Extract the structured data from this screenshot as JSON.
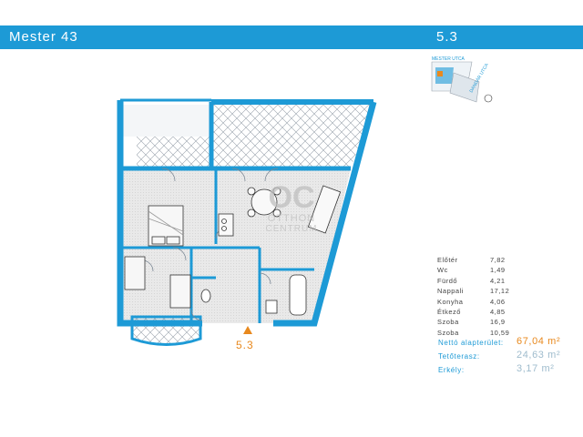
{
  "header": {
    "title": "Mester 43",
    "unit": "5.3"
  },
  "plan": {
    "unit_marker": "5.3"
  },
  "minimap": {
    "street1": "MESTER UTCA",
    "street2": "DANDÁR UTCA"
  },
  "watermark": {
    "logo": "OC",
    "line1": "OTTHON",
    "line2": "CENTRUM"
  },
  "rooms": [
    {
      "name": "Előtér",
      "value": "7,82"
    },
    {
      "name": "Wc",
      "value": "1,49"
    },
    {
      "name": "Fürdő",
      "value": "4,21"
    },
    {
      "name": "Nappali",
      "value": "17,12"
    },
    {
      "name": "Konyha",
      "value": "4,06"
    },
    {
      "name": "Étkező",
      "value": "4,85"
    },
    {
      "name": "Szoba",
      "value": "16,9"
    },
    {
      "name": "Szoba",
      "value": "10,59"
    }
  ],
  "totals": {
    "net_label": "Nettó alapterület:",
    "net_value": "67,04 m²",
    "terrace_label": "Tetőterasz:",
    "terrace_value": "24,63 m²",
    "balcony_label": "Erkély:",
    "balcony_value": "3,17 m²"
  },
  "colors": {
    "accent": "#1d9ad6",
    "orange": "#e8891e",
    "wall": "#1d9ad6",
    "floor": "#e6e6e6"
  }
}
